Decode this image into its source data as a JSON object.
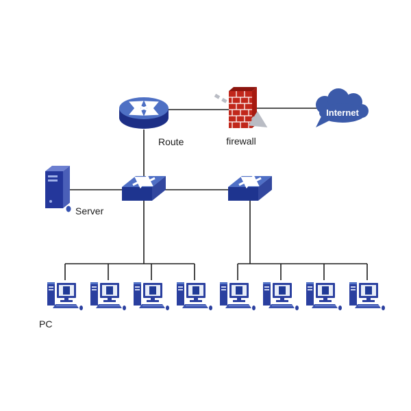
{
  "diagram": {
    "type": "network-topology",
    "labels": {
      "router": "Route",
      "firewall": "firewall",
      "internet": "Internet",
      "server": "Server",
      "pc": "PC"
    },
    "nodes": [
      {
        "id": "router",
        "type": "router",
        "label": "Route"
      },
      {
        "id": "firewall",
        "type": "firewall",
        "label": "firewall"
      },
      {
        "id": "internet",
        "type": "cloud",
        "label": "Internet"
      },
      {
        "id": "server",
        "type": "server",
        "label": "Server"
      },
      {
        "id": "switch-1",
        "type": "switch",
        "label": ""
      },
      {
        "id": "switch-2",
        "type": "switch",
        "label": ""
      },
      {
        "id": "pc-group",
        "type": "pc",
        "label": "PC",
        "count": 8
      }
    ],
    "edges": [
      "router — firewall",
      "firewall — internet",
      "router — switch-1",
      "server — switch-1",
      "switch-1 — switch-2",
      "switch-1 — pc-bus-left (4 PCs)",
      "switch-2 — pc-bus-right (4 PCs)"
    ],
    "colors": {
      "device_blue_dark": "#1d2f86",
      "device_blue": "#2a3f9f",
      "device_blue_light": "#4e70c4",
      "firewall_red": "#c1271b",
      "cloud_blue": "#3b5aa9",
      "line_black": "#1a1a1a",
      "arrow_grey": "#b9bcc4"
    }
  }
}
